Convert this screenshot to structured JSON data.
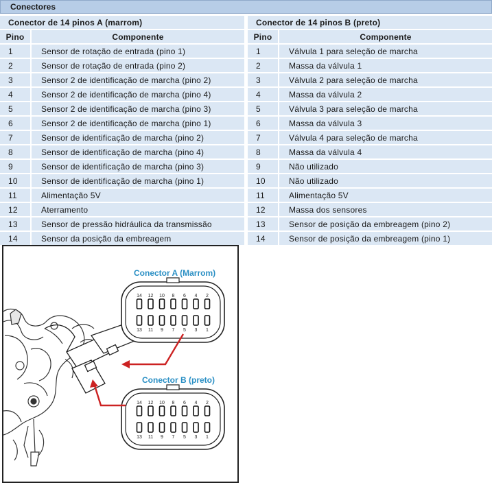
{
  "title": "Conectores",
  "connector_a": {
    "header": "Conector de 14 pinos A (marrom)",
    "col_pin": "Pino",
    "col_component": "Componente",
    "rows": [
      {
        "pin": "1",
        "component": "Sensor de rotação de entrada (pino 1)"
      },
      {
        "pin": "2",
        "component": "Sensor de rotação de entrada (pino 2)"
      },
      {
        "pin": "3",
        "component": "Sensor 2 de identificação de marcha (pino 2)"
      },
      {
        "pin": "4",
        "component": "Sensor 2 de identificação de marcha (pino 4)"
      },
      {
        "pin": "5",
        "component": "Sensor 2 de identificação de marcha (pino 3)"
      },
      {
        "pin": "6",
        "component": "Sensor 2 de identificação de marcha (pino 1)"
      },
      {
        "pin": "7",
        "component": "Sensor de identificação de marcha (pino 2)"
      },
      {
        "pin": "8",
        "component": "Sensor de identificação de marcha (pino 4)"
      },
      {
        "pin": "9",
        "component": "Sensor de identificação de marcha (pino 3)"
      },
      {
        "pin": "10",
        "component": "Sensor de identificação de marcha (pino 1)"
      },
      {
        "pin": "11",
        "component": "Alimentação 5V"
      },
      {
        "pin": "12",
        "component": "Aterramento"
      },
      {
        "pin": "13",
        "component": "Sensor de pressão hidráulica da transmissão"
      },
      {
        "pin": "14",
        "component": "Sensor da posição da embreagem"
      }
    ]
  },
  "connector_b": {
    "header": "Conector de 14 pinos B (preto)",
    "col_pin": "Pino",
    "col_component": "Componente",
    "rows": [
      {
        "pin": "1",
        "component": "Válvula 1 para seleção de marcha"
      },
      {
        "pin": "2",
        "component": "Massa da válvula 1"
      },
      {
        "pin": "3",
        "component": "Válvula 2 para seleção de marcha"
      },
      {
        "pin": "4",
        "component": "Massa da válvula 2"
      },
      {
        "pin": "5",
        "component": "Válvula 3 para seleção de marcha"
      },
      {
        "pin": "6",
        "component": "Massa da válvula 3"
      },
      {
        "pin": "7",
        "component": "Válvula 4 para seleção de marcha"
      },
      {
        "pin": "8",
        "component": "Massa da válvula 4"
      },
      {
        "pin": "9",
        "component": "Não utilizado"
      },
      {
        "pin": "10",
        "component": "Não utilizado"
      },
      {
        "pin": "11",
        "component": "Alimentação 5V"
      },
      {
        "pin": "12",
        "component": "Massa dos sensores"
      },
      {
        "pin": "13",
        "component": "Sensor de posição da embreagem (pino 2)"
      },
      {
        "pin": "14",
        "component": "Sensor de posição da embreagem (pino 1)"
      }
    ]
  },
  "figure": {
    "label_a": "Conector A (Marrom)",
    "label_b": "Conector B (preto)",
    "top_numbers": [
      "14",
      "12",
      "10",
      "8",
      "6",
      "4",
      "2"
    ],
    "bottom_numbers": [
      "13",
      "11",
      "9",
      "7",
      "5",
      "3",
      "1"
    ],
    "accent_color": "#2a8fc4",
    "arrow_color": "#cc2222"
  }
}
